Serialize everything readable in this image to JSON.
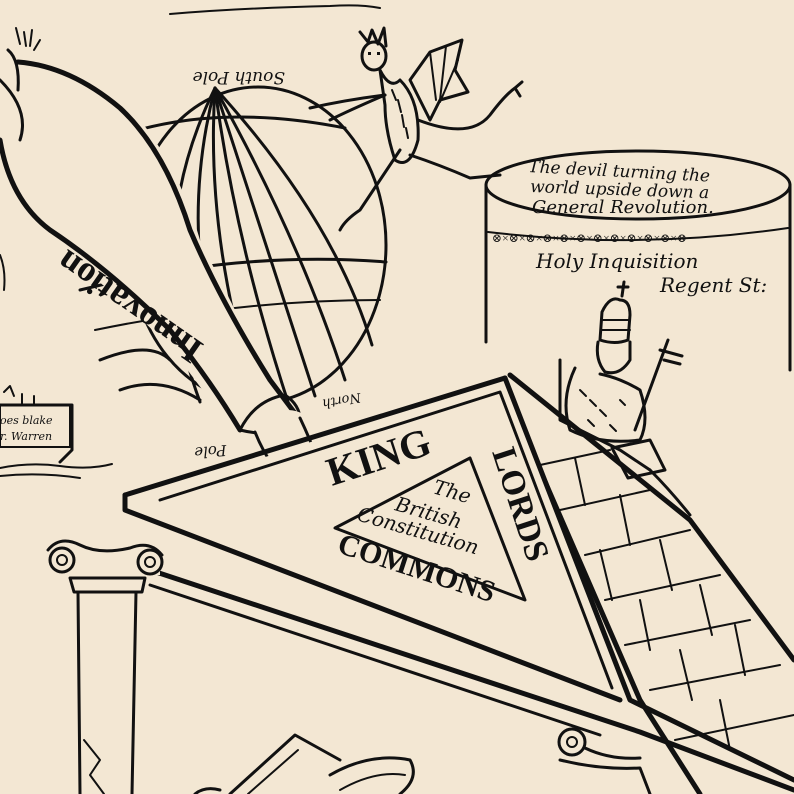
{
  "engraving": {
    "labels": {
      "innovation": "Innovation",
      "south_pole": "South Pole",
      "north": "North",
      "pole": "Pole",
      "drum_line1": "The devil turning the",
      "drum_line2": "world upside down a",
      "drum_line3": "General Revolution.",
      "drum_pattern": "⊗×⊗×⊗×⊗×⊗×⊗×⊗×⊗×⊗×⊗×⊗×⊗",
      "holy_inquisition": "Holy Inquisition",
      "regent_st": "Regent St:",
      "king": "KING",
      "lords": "LORDS",
      "commons": "COMMONS",
      "the": "The",
      "british": "British",
      "constitution": "Constitution",
      "ship_sign_line1": "oes blake",
      "ship_sign_line2": "r. Warren"
    },
    "colors": {
      "paper": "#f3e7d3",
      "ink": "#111111"
    }
  }
}
